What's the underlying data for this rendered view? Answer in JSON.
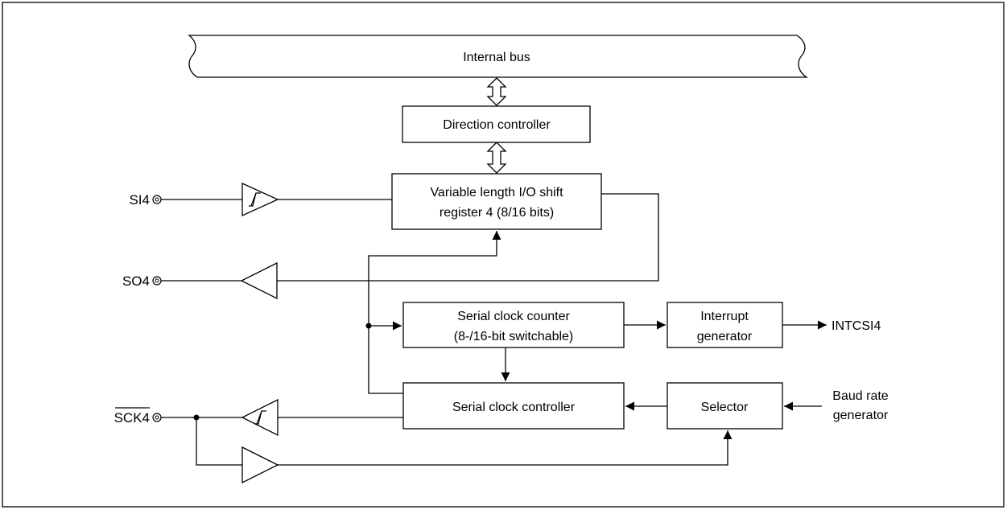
{
  "bus": {
    "label": "Internal bus"
  },
  "blocks": {
    "direction_controller": [
      "Direction controller"
    ],
    "shift_register": [
      "Variable length I/O shift",
      "register 4 (8/16 bits)"
    ],
    "clock_counter": [
      "Serial clock counter",
      "(8-/16-bit switchable)"
    ],
    "interrupt_generator": [
      "Interrupt",
      "generator"
    ],
    "clock_controller": [
      "Serial clock controller"
    ],
    "selector": [
      "Selector"
    ]
  },
  "pins": {
    "si": "SI4",
    "so": "SO4",
    "sck": "SCK4"
  },
  "signals": {
    "interrupt_out": "INTCSI4",
    "baud_rate_in": [
      "Baud rate",
      "generator"
    ]
  }
}
